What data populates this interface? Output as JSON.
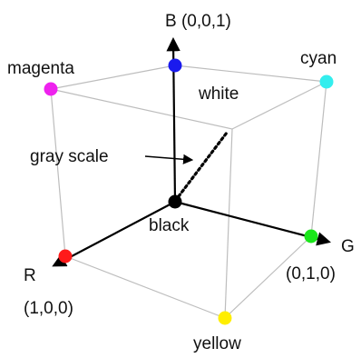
{
  "labels": {
    "b_axis": "B (0,0,1)",
    "magenta": "magenta",
    "cyan": "cyan",
    "white": "white",
    "gray_scale": "gray scale",
    "black": "black",
    "g_axis": "G",
    "g_coord": "(0,1,0)",
    "r_axis": "R",
    "r_coord": "(1,0,0)",
    "yellow": "yellow"
  },
  "colors": {
    "black": "#000000",
    "red": "#ff1a1a",
    "green": "#1ae61a",
    "blue": "#1a1aee",
    "yellow": "#ffee00",
    "cyan": "#33eeee",
    "magenta": "#ee22ee",
    "white": "#ffffff",
    "edge": "#bdbdbd"
  }
}
